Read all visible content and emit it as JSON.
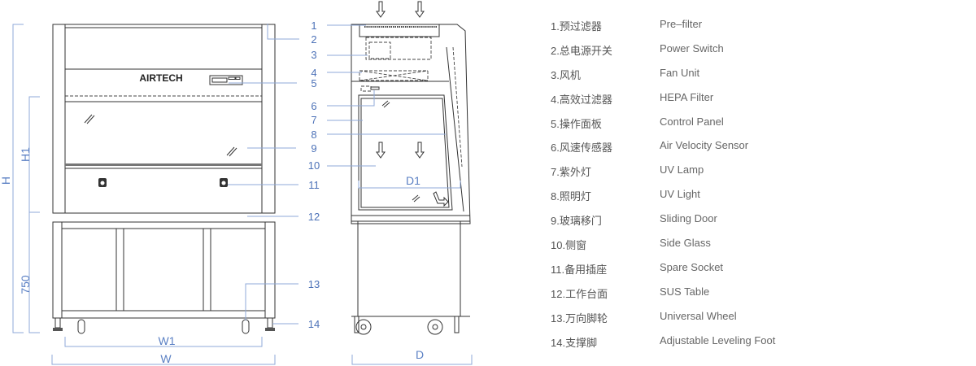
{
  "brand": "AIRTECH",
  "dimensions": {
    "H": "H",
    "H1": "H1",
    "h750": "750",
    "W1": "W1",
    "W": "W",
    "D1": "D1",
    "D": "D"
  },
  "callouts": [
    "1",
    "2",
    "3",
    "4",
    "5",
    "6",
    "7",
    "8",
    "9",
    "10",
    "11",
    "12",
    "13",
    "14"
  ],
  "legend": [
    {
      "cn": "1.预过滤器",
      "en": "Pre–filter"
    },
    {
      "cn": "2.总电源开关",
      "en": "Power Switch"
    },
    {
      "cn": "3.风机",
      "en": "Fan Unit"
    },
    {
      "cn": "4.高效过滤器",
      "en": "HEPA Filter"
    },
    {
      "cn": "5.操作面板",
      "en": "Control Panel"
    },
    {
      "cn": "6.风速传感器",
      "en": "Air Velocity Sensor"
    },
    {
      "cn": "7.紫外灯",
      "en": "UV Lamp"
    },
    {
      "cn": "8.照明灯",
      "en": "UV Light"
    },
    {
      "cn": "9.玻璃移门",
      "en": "Sliding Door"
    },
    {
      "cn": "10.侧窗",
      "en": "Side Glass"
    },
    {
      "cn": "11.备用插座",
      "en": "Spare Socket"
    },
    {
      "cn": "12.工作台面",
      "en": "SUS Table"
    },
    {
      "cn": "13.万向脚轮",
      "en": "Universal Wheel"
    },
    {
      "cn": "14.支撑脚",
      "en": "Adjustable Leveling Foot"
    }
  ],
  "colors": {
    "callout": "#4d72b8",
    "leader": "#8fa9d8",
    "line": "#333333"
  }
}
